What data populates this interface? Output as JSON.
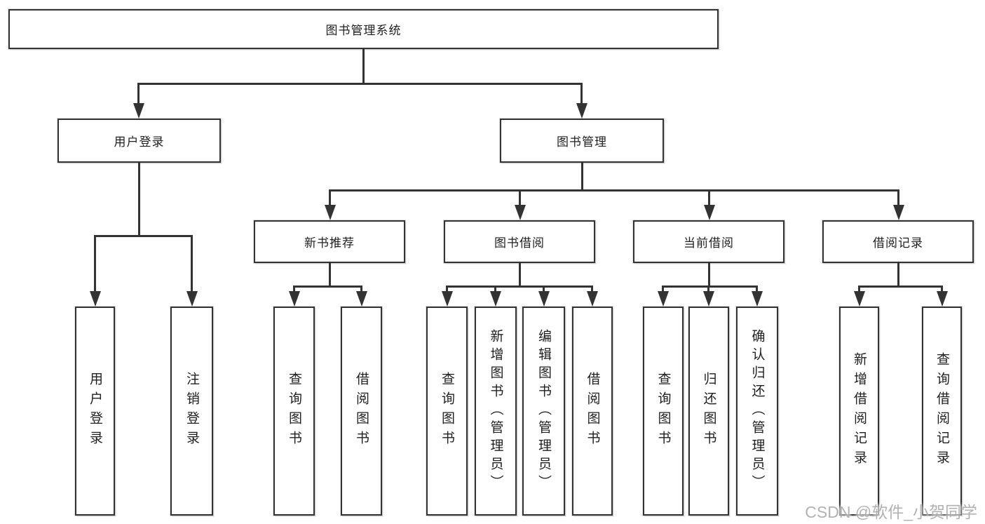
{
  "diagram_title": "图书管理系统",
  "colors": {
    "line": "#333333",
    "box_border": "#333333",
    "box_fill": "#ffffff",
    "text": "#1f1f1f",
    "watermark": "#a4a4a4",
    "background": "#ffffff"
  },
  "watermark": {
    "text": "CSDN @软件_小贺同学"
  },
  "tree": {
    "label": "图书管理系统",
    "children": [
      {
        "label": "用户登录",
        "children": [
          {
            "label": "用户登录"
          },
          {
            "label": "注销登录"
          }
        ]
      },
      {
        "label": "图书管理",
        "children": [
          {
            "label": "新书推荐",
            "children": [
              {
                "label": "查询图书"
              },
              {
                "label": "借阅图书"
              }
            ]
          },
          {
            "label": "图书借阅",
            "children": [
              {
                "label": "查询图书"
              },
              {
                "label": "新增图书（管理员）"
              },
              {
                "label": "编辑图书（管理员）"
              },
              {
                "label": "借阅图书"
              }
            ]
          },
          {
            "label": "当前借阅",
            "children": [
              {
                "label": "查询图书"
              },
              {
                "label": "归还图书"
              },
              {
                "label": "确认归还（管理员）"
              }
            ]
          },
          {
            "label": "借阅记录",
            "children": [
              {
                "label": "新增借阅记录"
              },
              {
                "label": "查询借阅记录"
              }
            ]
          }
        ]
      }
    ]
  }
}
